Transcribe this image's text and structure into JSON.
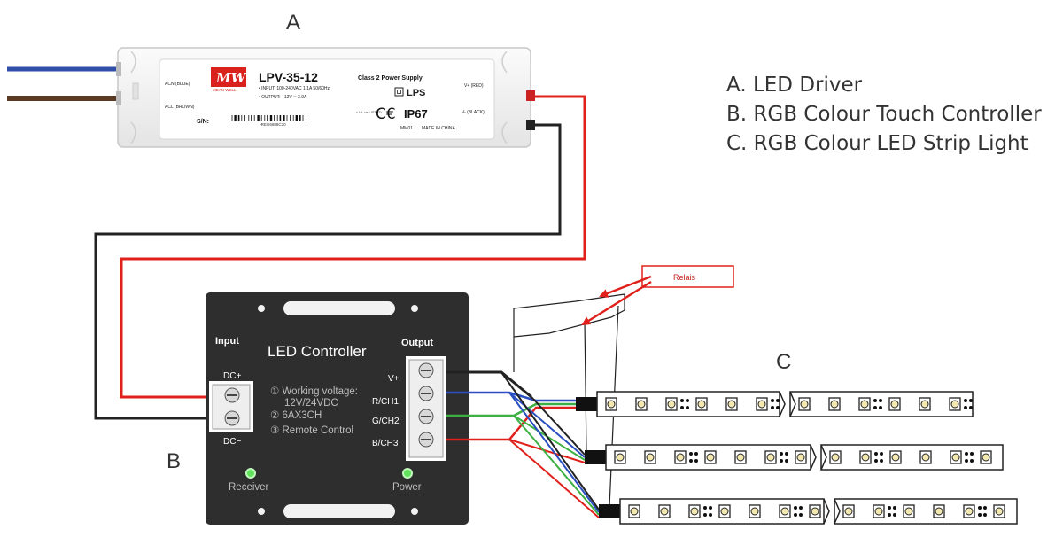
{
  "labels": {
    "a": "A",
    "b": "B",
    "c": "C"
  },
  "legend": [
    "A. LED Driver",
    "B. RGB Colour Touch Controller",
    "C. RGB Colour LED Strip Light"
  ],
  "driver": {
    "brand": "MEAN WELL",
    "model": "LPV-35-12",
    "class_text": "Class 2 Power Supply",
    "input_spec": "• INPUT:  100-240VAC  1.1A     50/60Hz",
    "output_spec": "• OUTPUT:  +12V ═  3.0A",
    "lps": "LPS",
    "ce": "C€",
    "ip": "IP67",
    "sn_label": "S/N:",
    "sn_value": "•REG6688C30",
    "acn": "ACN (BLUE)",
    "acl": "ACL (BROWN)",
    "vplus": "V+ (RED)",
    "vminus": "V- (BLACK)",
    "made_in": "MADE IN CHINA",
    "mm": "MM01",
    "ul": "c UL us LISTED"
  },
  "controller": {
    "title": "LED Controller",
    "input_label": "Input",
    "output_label": "Output",
    "dc_plus": "DC+",
    "dc_minus": "DC−",
    "spec1": "① Working voltage:",
    "spec1b": "12V/24VDC",
    "spec2": "② 6AX3CH",
    "spec3": "③ Remote Control",
    "out_vplus": "V+",
    "out_r": "R/CH1",
    "out_g": "G/CH2",
    "out_b": "B/CH3",
    "receiver": "Receiver",
    "power": "Power"
  },
  "relay_callout": "Relais",
  "colors": {
    "wire_red": "#e0201b",
    "wire_black": "#222222",
    "wire_blue": "#2a4fc0",
    "wire_green": "#3cb043",
    "wire_brown": "#5a3a22",
    "wire_ac_blue": "#2f4fa8",
    "controller_body": "#2e2e2e",
    "callout_red": "#e0201b"
  }
}
